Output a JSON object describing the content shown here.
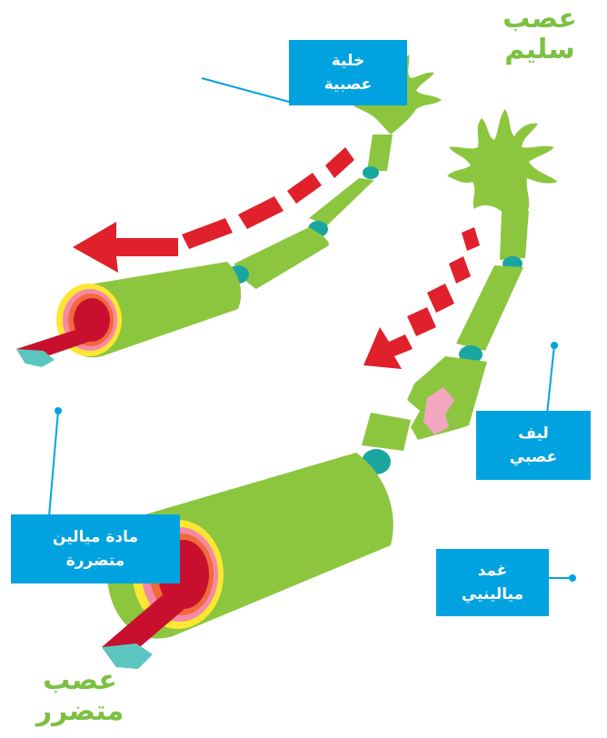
{
  "colors": {
    "healthy_nerve": "#8cc63f",
    "node": "#1aa6a0",
    "damage_arrow": "#e0202a",
    "label_bg": "#00a3e0",
    "title_green": "#7cc142",
    "damaged_patch": "#f3a6c0"
  },
  "titles": {
    "healthy_line1": "عصب",
    "healthy_line2": "سليم",
    "damaged_line1": "عصب",
    "damaged_line2": "متضرر"
  },
  "labels": {
    "nerve_cell_line1": "خلية",
    "nerve_cell_line2": "عصبية",
    "nerve_fiber_line1": "ليف",
    "nerve_fiber_line2": "عصبي",
    "damaged_myelin_line1": "مادة ميالين",
    "damaged_myelin_line2": "متضررة",
    "myelin_sheath_line1": "غمد",
    "myelin_sheath_line2": "ميالينيي"
  }
}
